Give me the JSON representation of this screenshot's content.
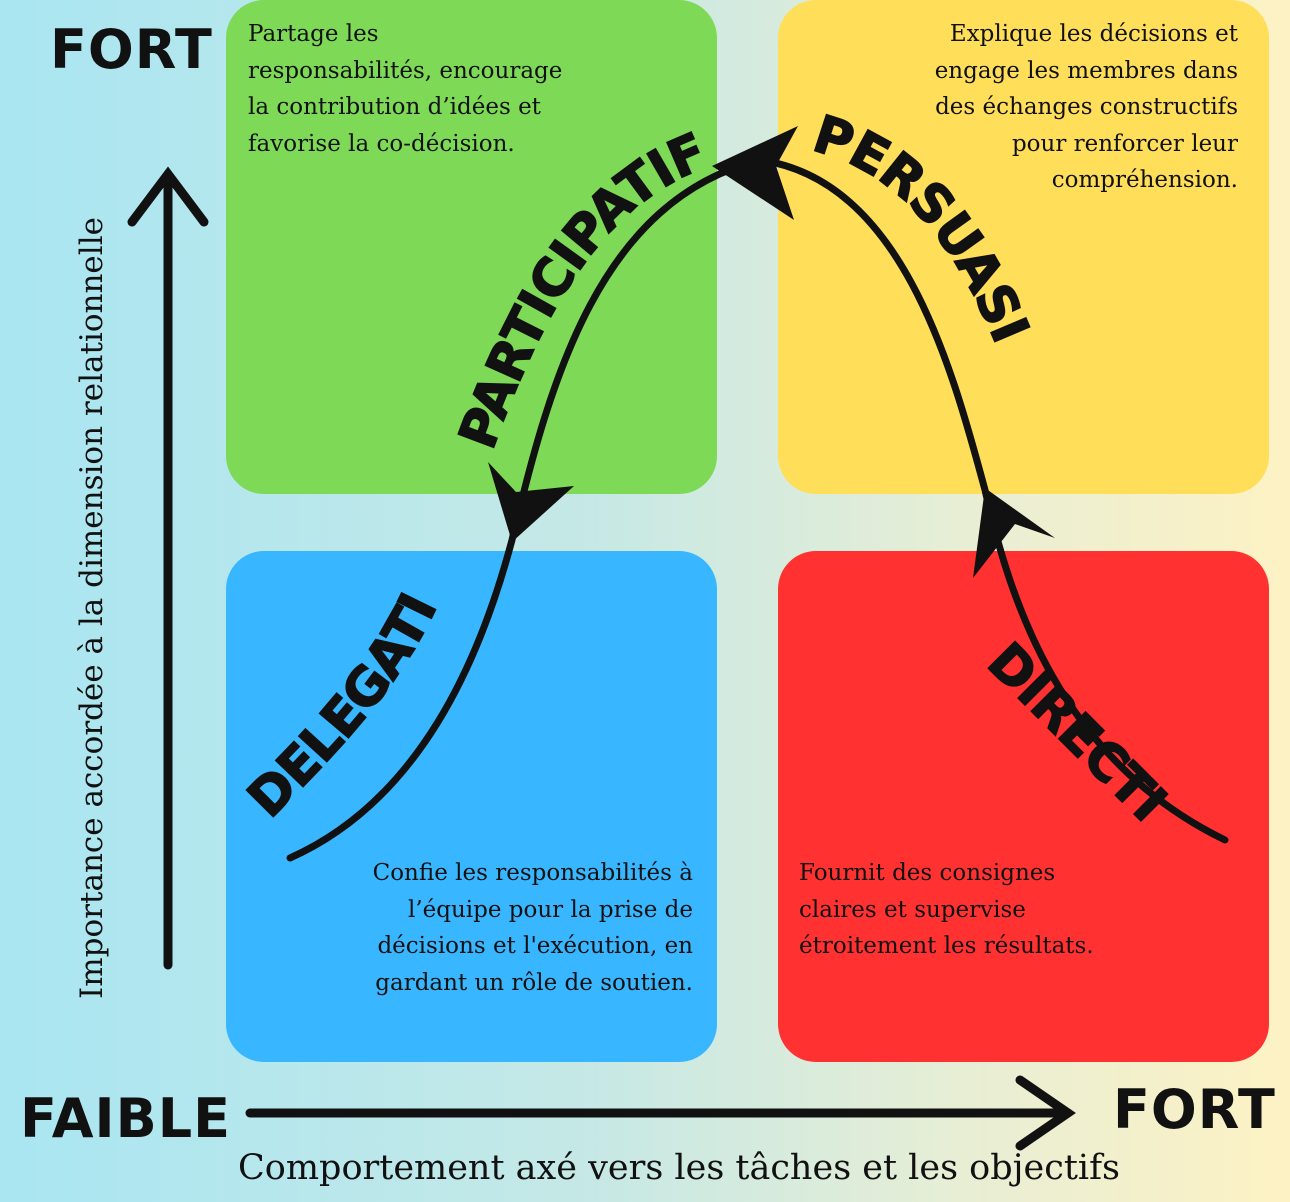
{
  "axes": {
    "y_high": "FORT",
    "x_high": "FORT",
    "x_low": "FAIBLE",
    "y_title": "Importance accordée à la dimension relationnelle",
    "x_title": "Comportement axé vers les tâches et les objectifs"
  },
  "quadrants": {
    "participatif": {
      "label": "PARTICIPATIF",
      "description": "Partage les\nresponsabilités, encourage\nla contribution d’idées et\nfavorise la co-décision.",
      "color": "#7ed957"
    },
    "persuasif": {
      "label": "PERSUASIF",
      "description": "Explique les décisions et\nengage les membres dans\ndes échanges constructifs\npour renforcer leur\ncompréhension.",
      "color": "#ffde59"
    },
    "delegatif": {
      "label": "DELEGATIF",
      "description": "Confie les responsabilités à\nl’équipe pour la prise de\ndécisions et l'exécution, en\ngardant un rôle de soutien.",
      "color": "#38b6ff"
    },
    "directif": {
      "label": "DIRECTIF",
      "description": "Fournit des consignes\nclaires et supervise\nétroitement les résultats.",
      "color": "#ff3131"
    }
  }
}
